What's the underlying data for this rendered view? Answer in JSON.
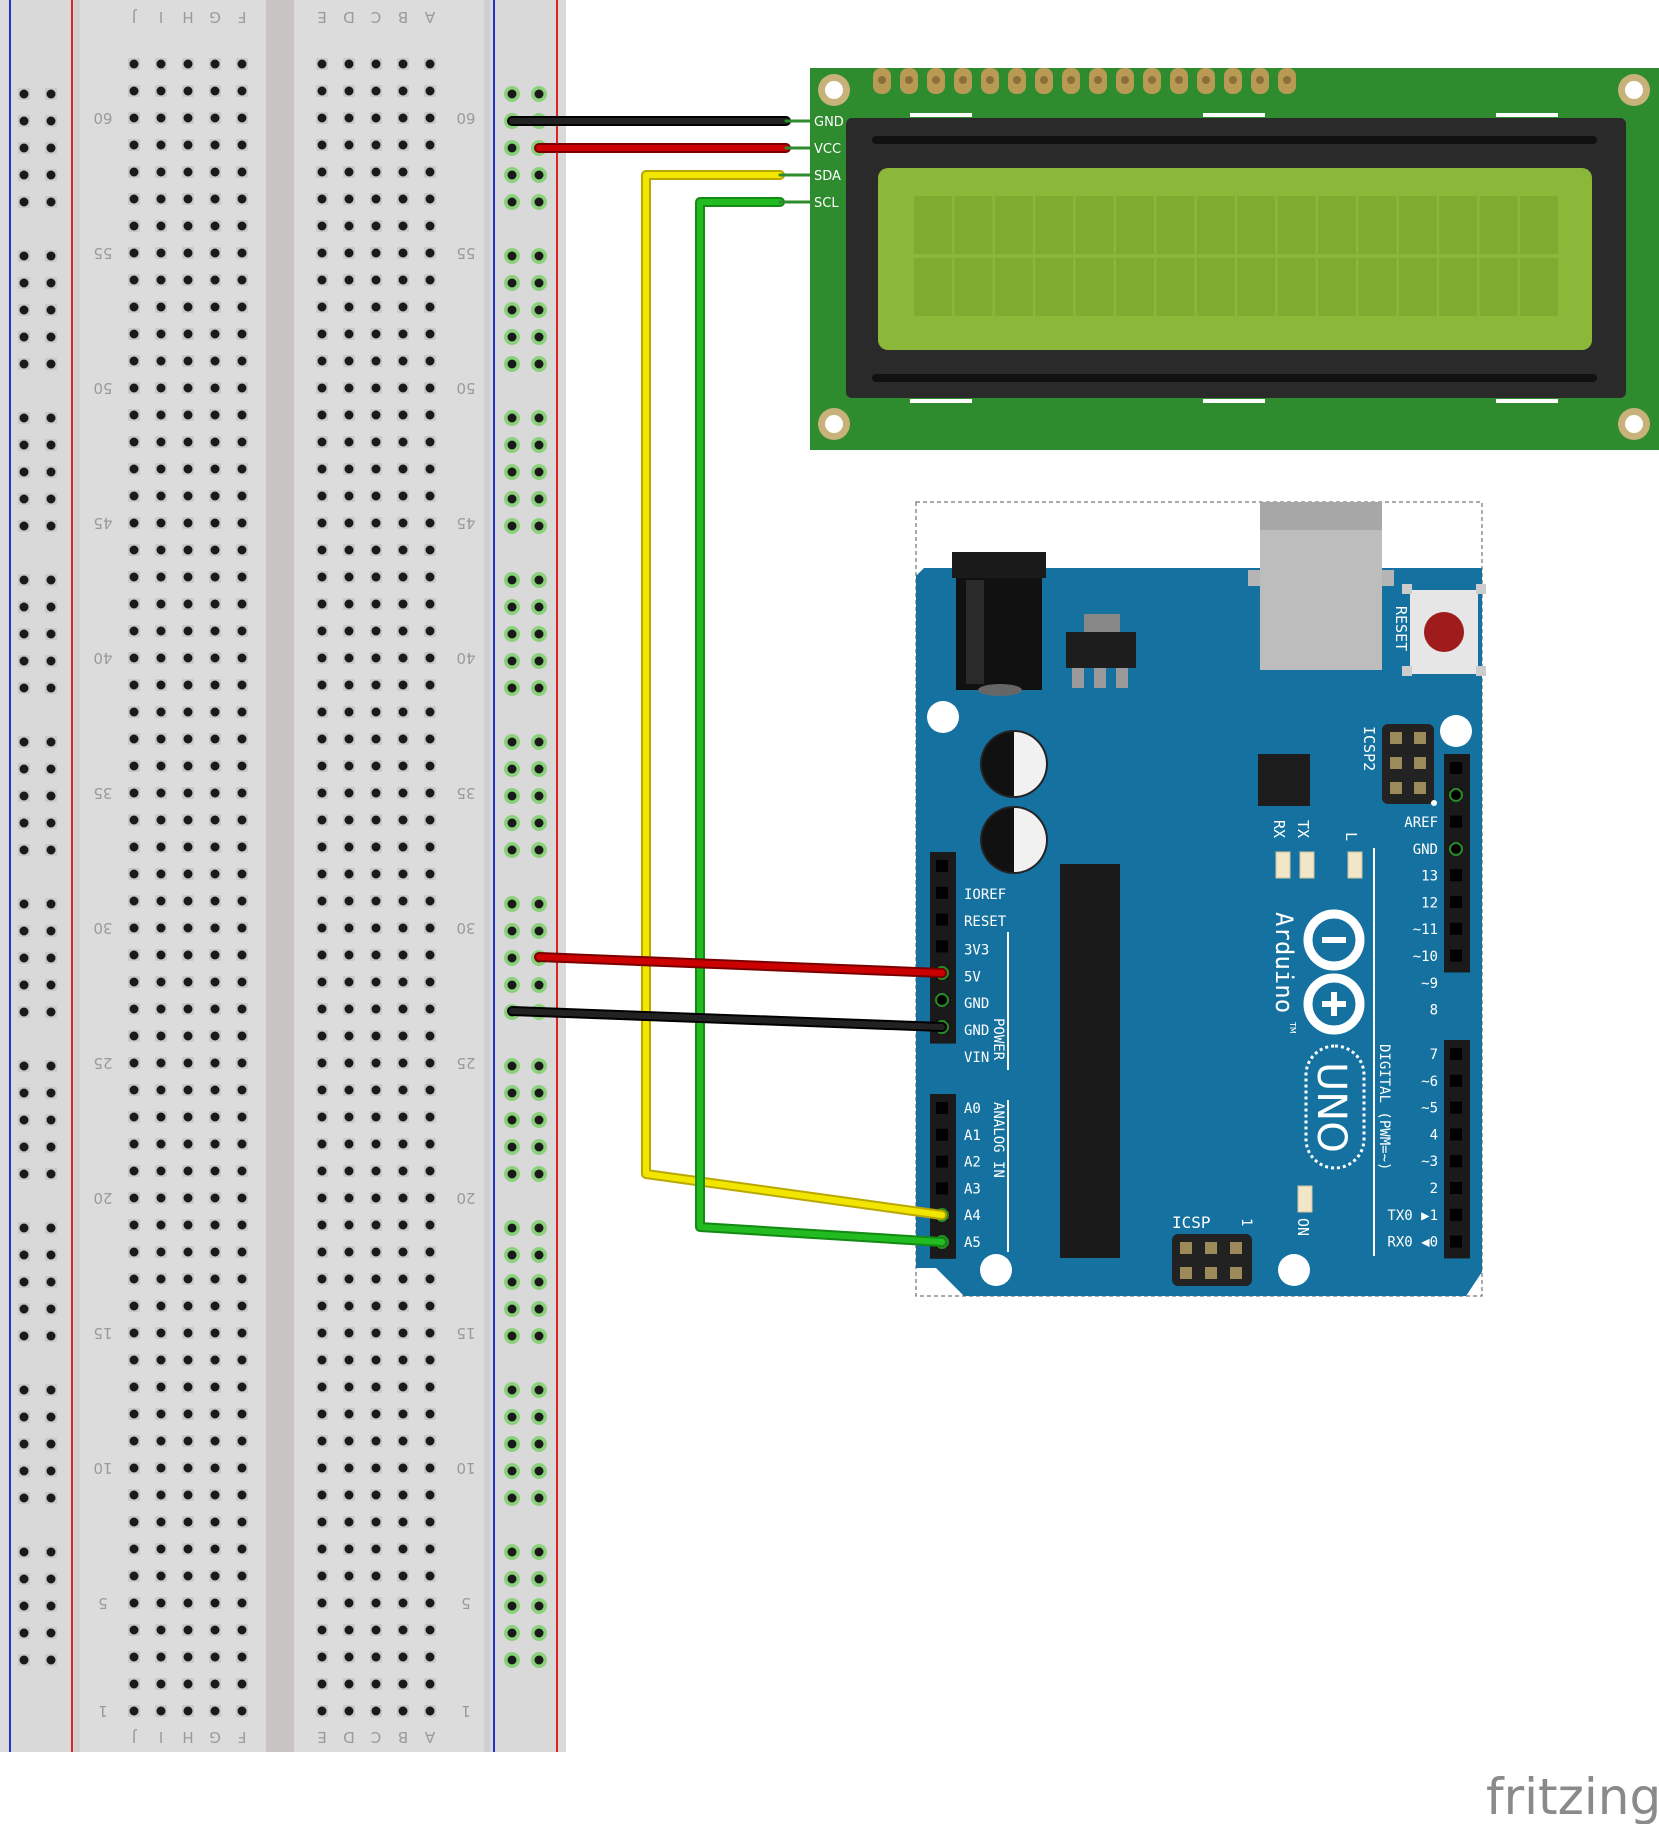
{
  "breadboard": {
    "rows_left": [
      "J",
      "I",
      "H",
      "G",
      "F"
    ],
    "rows_right": [
      "E",
      "D",
      "C",
      "B",
      "A"
    ],
    "row_numbers": [
      "60",
      "55",
      "50",
      "45",
      "40",
      "35",
      "30",
      "25",
      "20",
      "15",
      "10",
      "5",
      "1"
    ]
  },
  "lcd": {
    "pins": [
      "GND",
      "VCC",
      "SDA",
      "SCL"
    ]
  },
  "arduino": {
    "brand": "Arduino",
    "tm": "TM",
    "model": "UNO",
    "reset_label": "RESET",
    "icsp2_label": "ICSP2",
    "icsp_label": "ICSP",
    "icsp_pin1": "1",
    "tx_label": "TX",
    "rx_label": "RX",
    "l_label": "L",
    "on_label": "ON",
    "power_label": "POWER",
    "analog_label": "ANALOG IN",
    "digital_label": "DIGITAL (PWM=~)",
    "power_pins": [
      "IOREF",
      "RESET",
      "3V3",
      "5V",
      "GND",
      "GND",
      "VIN"
    ],
    "analog_pins": [
      "A0",
      "A1",
      "A2",
      "A3",
      "A4",
      "A5"
    ],
    "digital_top": [
      "AREF",
      "GND",
      "13",
      "12",
      "~11",
      "~10",
      "~9",
      "8"
    ],
    "digital_bottom": [
      "7",
      "~6",
      "~5",
      "4",
      "~3",
      "2",
      "TX0 ▶1",
      "RX0 ◀0"
    ]
  },
  "colors": {
    "breadboard": "#d9d9d9",
    "lcd_pcb": "#2e8b2e",
    "lcd_screen": "#8cb83a",
    "arduino_board": "#1572a0",
    "wire_black": "#222222",
    "wire_red": "#cc0000",
    "wire_yellow": "#f2e600",
    "wire_green": "#22bb22"
  },
  "wires": [
    {
      "color": "black",
      "from": "breadboard rail",
      "to": "LCD GND"
    },
    {
      "color": "red",
      "from": "breadboard rail",
      "to": "LCD VCC"
    },
    {
      "color": "yellow",
      "from": "LCD SDA",
      "to": "A4"
    },
    {
      "color": "green",
      "from": "LCD SCL",
      "to": "A5"
    },
    {
      "color": "red",
      "from": "breadboard rail",
      "to": "5V"
    },
    {
      "color": "black",
      "from": "breadboard rail",
      "to": "GND"
    }
  ],
  "watermark": "fritzing"
}
